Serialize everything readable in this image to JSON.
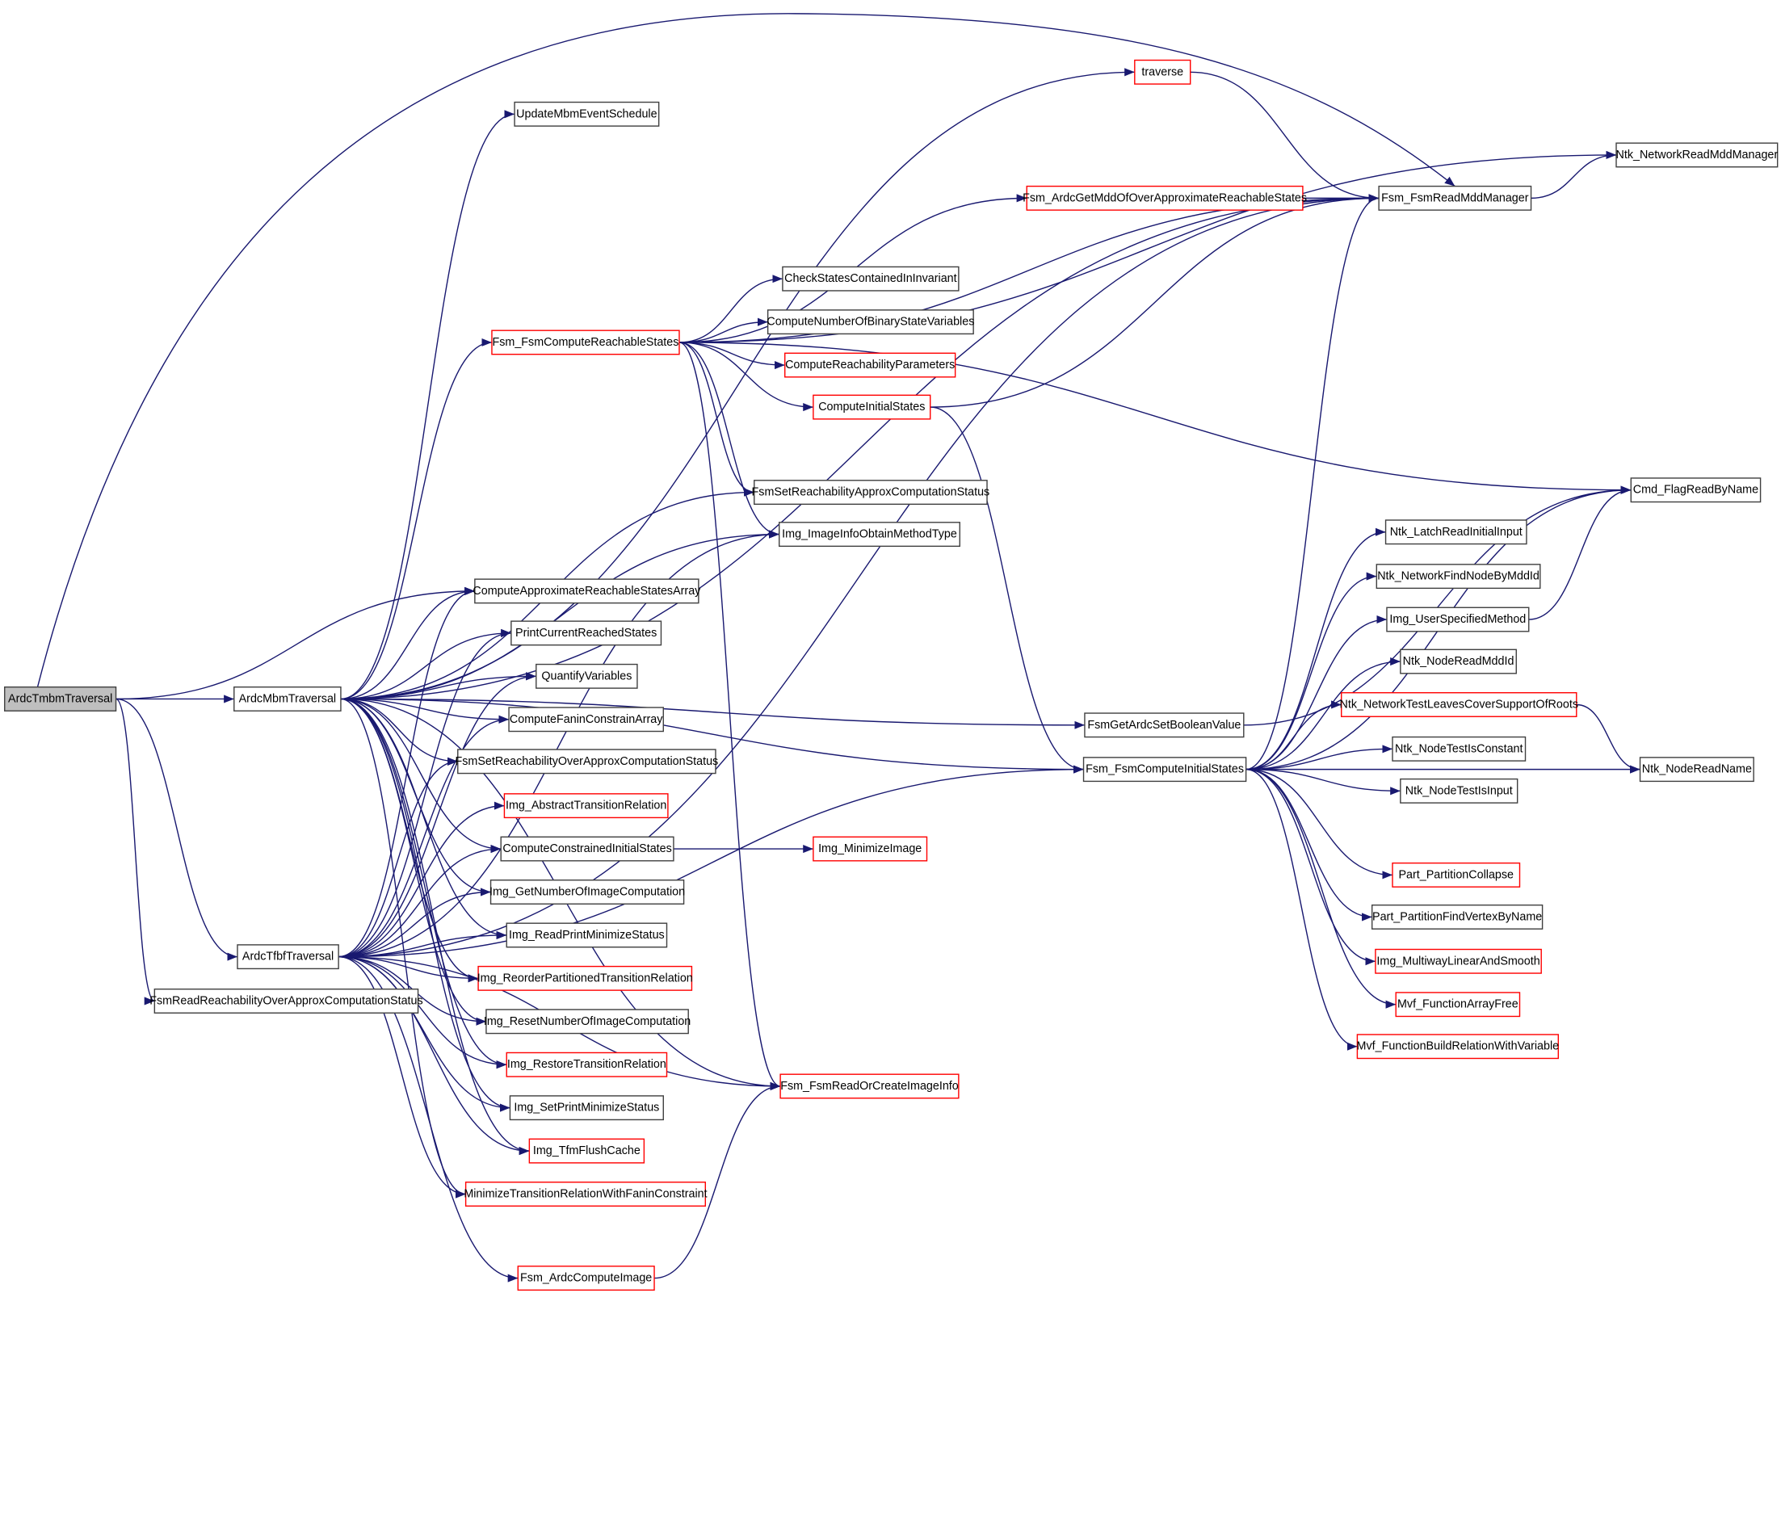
{
  "graph": {
    "type": "call-graph",
    "colors": {
      "edge": "#191970",
      "node_border": "#404040",
      "truncated_border": "#ff0000",
      "root_fill": "#bfbfbf"
    },
    "nodes": [
      {
        "id": "tmbm",
        "label": "ArdcTmbmTraversal",
        "root": true
      },
      {
        "id": "mbm",
        "label": "ArdcMbmTraversal"
      },
      {
        "id": "tfbf",
        "label": "ArdcTfbfTraversal"
      },
      {
        "id": "frrs",
        "label": "FsmReadReachabilityOverApproxComputationStatus"
      },
      {
        "id": "trav",
        "label": "traverse",
        "truncated": true
      },
      {
        "id": "umes",
        "label": "UpdateMbmEventSchedule"
      },
      {
        "id": "nnrm",
        "label": "Ntk_NetworkReadMddManager"
      },
      {
        "id": "ffrm",
        "label": "Fsm_FsmReadMddManager"
      },
      {
        "id": "fagm",
        "label": "Fsm_ArdcGetMddOfOverApproximateReachableStates",
        "truncated": true
      },
      {
        "id": "csci",
        "label": "CheckStatesContainedInInvariant"
      },
      {
        "id": "cnbs",
        "label": "ComputeNumberOfBinaryStateVariables"
      },
      {
        "id": "ffcr",
        "label": "Fsm_FsmComputeReachableStates",
        "truncated": true
      },
      {
        "id": "crp",
        "label": "ComputeReachabilityParameters",
        "truncated": true
      },
      {
        "id": "cis",
        "label": "ComputeInitialStates",
        "truncated": true
      },
      {
        "id": "fsra",
        "label": "FsmSetReachabilityApproxComputationStatus"
      },
      {
        "id": "cmd",
        "label": "Cmd_FlagReadByName"
      },
      {
        "id": "iiom",
        "label": "Img_ImageInfoObtainMethodType"
      },
      {
        "id": "nlri",
        "label": "Ntk_LatchReadInitialInput"
      },
      {
        "id": "nnfn",
        "label": "Ntk_NetworkFindNodeByMddId"
      },
      {
        "id": "cara",
        "label": "ComputeApproximateReachableStatesArray"
      },
      {
        "id": "iusm",
        "label": "Img_UserSpecifiedMethod"
      },
      {
        "id": "pcrs",
        "label": "PrintCurrentReachedStates"
      },
      {
        "id": "nnrd",
        "label": "Ntk_NodeReadMddId"
      },
      {
        "id": "qv",
        "label": "QuantifyVariables"
      },
      {
        "id": "ntlc",
        "label": "Ntk_NetworkTestLeavesCoverSupportOfRoots",
        "truncated": true
      },
      {
        "id": "fgab",
        "label": "FsmGetArdcSetBooleanValue"
      },
      {
        "id": "cfca",
        "label": "ComputeFaninConstrainArray"
      },
      {
        "id": "ntic",
        "label": "Ntk_NodeTestIsConstant"
      },
      {
        "id": "fsro",
        "label": "FsmSetReachabilityOverApproxComputationStatus"
      },
      {
        "id": "ffci",
        "label": "Fsm_FsmComputeInitialStates"
      },
      {
        "id": "nnrn",
        "label": "Ntk_NodeReadName"
      },
      {
        "id": "ntii",
        "label": "Ntk_NodeTestIsInput"
      },
      {
        "id": "iatr",
        "label": "Img_AbstractTransitionRelation",
        "truncated": true
      },
      {
        "id": "ccis",
        "label": "ComputeConstrainedInitialStates"
      },
      {
        "id": "imi",
        "label": "Img_MinimizeImage",
        "truncated": true
      },
      {
        "id": "ppc",
        "label": "Part_PartitionCollapse",
        "truncated": true
      },
      {
        "id": "igni",
        "label": "Img_GetNumberOfImageComputation"
      },
      {
        "id": "ppfv",
        "label": "Part_PartitionFindVertexByName"
      },
      {
        "id": "irpm",
        "label": "Img_ReadPrintMinimizeStatus"
      },
      {
        "id": "imls",
        "label": "Img_MultiwayLinearAndSmooth",
        "truncated": true
      },
      {
        "id": "irpt",
        "label": "Img_ReorderPartitionedTransitionRelation",
        "truncated": true
      },
      {
        "id": "mfaf",
        "label": "Mvf_FunctionArrayFree",
        "truncated": true
      },
      {
        "id": "irni",
        "label": "Img_ResetNumberOfImageComputation"
      },
      {
        "id": "mfbr",
        "label": "Mvf_FunctionBuildRelationWithVariable",
        "truncated": true
      },
      {
        "id": "irtr",
        "label": "Img_RestoreTransitionRelation",
        "truncated": true
      },
      {
        "id": "froc",
        "label": "Fsm_FsmReadOrCreateImageInfo",
        "truncated": true
      },
      {
        "id": "ispm",
        "label": "Img_SetPrintMinimizeStatus"
      },
      {
        "id": "itfc",
        "label": "Img_TfmFlushCache",
        "truncated": true
      },
      {
        "id": "mtrf",
        "label": "MinimizeTransitionRelationWithFaninConstraint",
        "truncated": true
      },
      {
        "id": "faci",
        "label": "Fsm_ArdcComputeImage",
        "truncated": true
      }
    ],
    "edges": [
      [
        "tmbm",
        "mbm"
      ],
      [
        "tmbm",
        "tfbf"
      ],
      [
        "tmbm",
        "frrs"
      ],
      [
        "tmbm",
        "ffrm"
      ],
      [
        "tmbm",
        "cara"
      ],
      [
        "mbm",
        "trav"
      ],
      [
        "mbm",
        "umes"
      ],
      [
        "mbm",
        "ffrm"
      ],
      [
        "mbm",
        "ffcr"
      ],
      [
        "mbm",
        "fsra"
      ],
      [
        "mbm",
        "iiom"
      ],
      [
        "mbm",
        "fgab"
      ],
      [
        "mbm",
        "ffci"
      ],
      [
        "mbm",
        "froc"
      ],
      [
        "mbm",
        "cara"
      ],
      [
        "mbm",
        "pcrs"
      ],
      [
        "mbm",
        "qv"
      ],
      [
        "mbm",
        "cfca"
      ],
      [
        "mbm",
        "fsro"
      ],
      [
        "mbm",
        "ccis"
      ],
      [
        "mbm",
        "igni"
      ],
      [
        "mbm",
        "irpm"
      ],
      [
        "mbm",
        "irpt"
      ],
      [
        "mbm",
        "irni"
      ],
      [
        "mbm",
        "irtr"
      ],
      [
        "mbm",
        "ispm"
      ],
      [
        "mbm",
        "itfc"
      ],
      [
        "mbm",
        "mtrf"
      ],
      [
        "tfbf",
        "cara"
      ],
      [
        "tfbf",
        "pcrs"
      ],
      [
        "tfbf",
        "qv"
      ],
      [
        "tfbf",
        "cfca"
      ],
      [
        "tfbf",
        "fsro"
      ],
      [
        "tfbf",
        "iatr"
      ],
      [
        "tfbf",
        "ccis"
      ],
      [
        "tfbf",
        "igni"
      ],
      [
        "tfbf",
        "irpm"
      ],
      [
        "tfbf",
        "irpt"
      ],
      [
        "tfbf",
        "irni"
      ],
      [
        "tfbf",
        "irtr"
      ],
      [
        "tfbf",
        "ispm"
      ],
      [
        "tfbf",
        "itfc"
      ],
      [
        "tfbf",
        "mtrf"
      ],
      [
        "tfbf",
        "faci"
      ],
      [
        "tfbf",
        "froc"
      ],
      [
        "tfbf",
        "iiom"
      ],
      [
        "tfbf",
        "ffrm"
      ],
      [
        "tfbf",
        "ffci"
      ],
      [
        "ffcr",
        "ffrm"
      ],
      [
        "ffcr",
        "nnrm"
      ],
      [
        "ffcr",
        "fagm"
      ],
      [
        "ffcr",
        "csci"
      ],
      [
        "ffcr",
        "cnbs"
      ],
      [
        "ffcr",
        "crp"
      ],
      [
        "ffcr",
        "cis"
      ],
      [
        "ffcr",
        "fsra"
      ],
      [
        "ffcr",
        "iiom"
      ],
      [
        "ffcr",
        "cmd"
      ],
      [
        "ffcr",
        "froc"
      ],
      [
        "trav",
        "ffrm"
      ],
      [
        "fagm",
        "ffrm"
      ],
      [
        "ffrm",
        "nnrm"
      ],
      [
        "cis",
        "ffrm"
      ],
      [
        "cis",
        "ffci"
      ],
      [
        "ccis",
        "imi"
      ],
      [
        "faci",
        "froc"
      ],
      [
        "fgab",
        "cmd"
      ],
      [
        "iusm",
        "cmd"
      ],
      [
        "ntlc",
        "nnrn"
      ],
      [
        "ffci",
        "ffrm"
      ],
      [
        "ffci",
        "cmd"
      ],
      [
        "ffci",
        "nlri"
      ],
      [
        "ffci",
        "nnfn"
      ],
      [
        "ffci",
        "iusm"
      ],
      [
        "ffci",
        "nnrd"
      ],
      [
        "ffci",
        "ntlc"
      ],
      [
        "ffci",
        "ntic"
      ],
      [
        "ffci",
        "ntii"
      ],
      [
        "ffci",
        "nnrn"
      ],
      [
        "ffci",
        "ppc"
      ],
      [
        "ffci",
        "ppfv"
      ],
      [
        "ffci",
        "imls"
      ],
      [
        "ffci",
        "mfaf"
      ],
      [
        "ffci",
        "mfbr"
      ]
    ]
  }
}
